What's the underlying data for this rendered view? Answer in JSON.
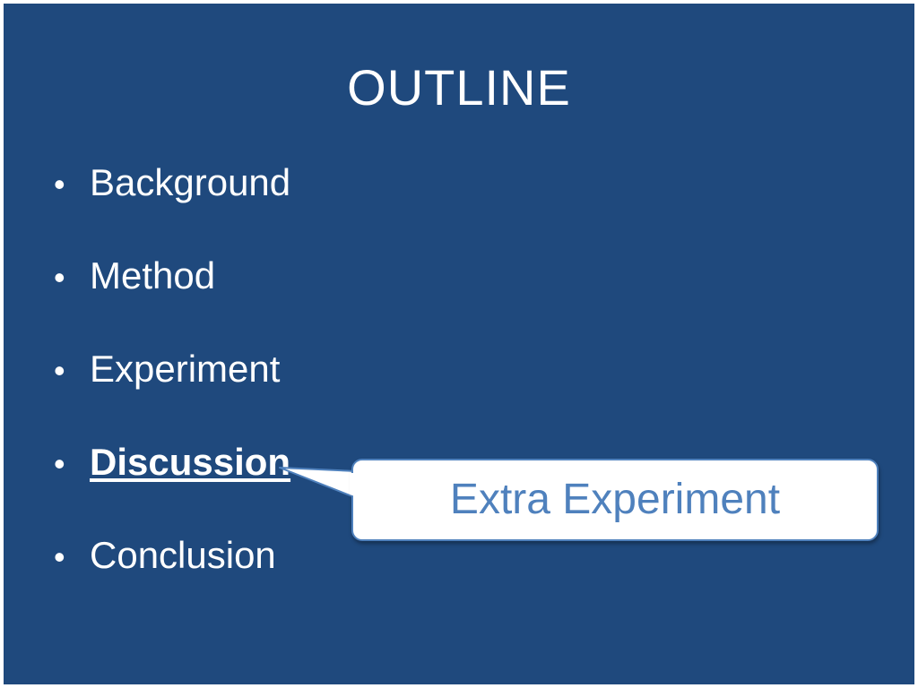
{
  "slide": {
    "title": "OUTLINE",
    "bullet_symbol": "•",
    "items": [
      {
        "label": "Background",
        "current": false
      },
      {
        "label": "Method",
        "current": false
      },
      {
        "label": "Experiment",
        "current": false
      },
      {
        "label": "Discussion",
        "current": true
      },
      {
        "label": "Conclusion",
        "current": false
      }
    ],
    "callout": {
      "text": "Extra Experiment"
    }
  },
  "colors": {
    "background": "#1f497d",
    "text": "#ffffff",
    "callout_fill": "#ffffff",
    "callout_accent": "#4f81bd"
  }
}
